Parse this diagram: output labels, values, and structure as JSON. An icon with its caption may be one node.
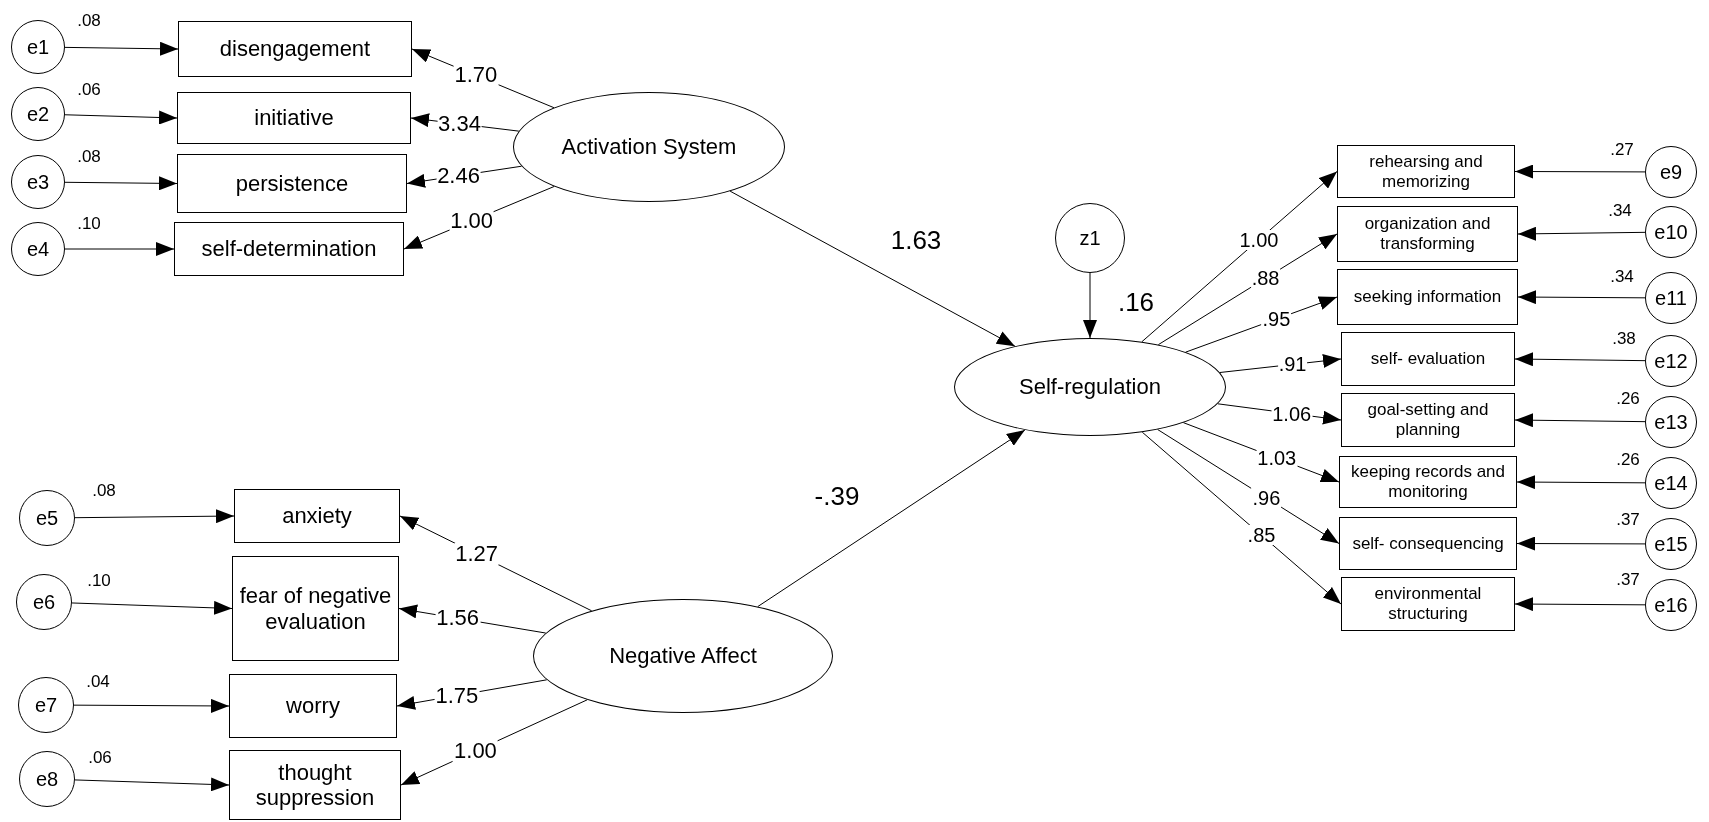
{
  "diagram": {
    "nodes": [
      {
        "text": [
          "e1"
        ],
        "beside": [
          ".08"
        ]
      },
      {
        "text": [
          "disengagement"
        ]
      },
      {
        "text": [
          "e2"
        ],
        "beside": [
          ".06"
        ]
      },
      {
        "text": [
          "initiative"
        ]
      },
      {
        "text": [
          "e3"
        ],
        "beside": [
          ".08"
        ]
      },
      {
        "text": [
          "persistence"
        ]
      },
      {
        "text": [
          "e4"
        ],
        "beside": [
          ".10"
        ]
      },
      {
        "text": [
          "self-determination"
        ]
      },
      {
        "text": [
          "Activation System"
        ]
      },
      {
        "text": [
          "e5"
        ],
        "beside": [
          ".08"
        ]
      },
      {
        "text": [
          "anxiety"
        ]
      },
      {
        "text": [
          "e6"
        ],
        "beside": [
          ".10"
        ]
      },
      {
        "text": [
          "fear of negative evaluation"
        ]
      },
      {
        "text": [
          "e7"
        ],
        "beside": [
          ".04"
        ]
      },
      {
        "text": [
          "worry"
        ]
      },
      {
        "text": [
          "e8"
        ],
        "beside": [
          ".06"
        ]
      },
      {
        "text": [
          "thought suppression"
        ]
      },
      {
        "text": [
          "Negative Affect"
        ]
      },
      {
        "text": [
          "z1"
        ]
      },
      {
        "text": [
          "Self-regulation"
        ]
      },
      {
        "text": [
          "rehearsing and memorizing"
        ]
      },
      {
        "text": [
          "organization and transforming"
        ]
      },
      {
        "text": [
          "seeking information"
        ]
      },
      {
        "text": [
          "self- evaluation"
        ]
      },
      {
        "text": [
          "goal-setting and planning"
        ]
      },
      {
        "text": [
          "keeping records and monitoring"
        ]
      },
      {
        "text": [
          "self- consequencing"
        ]
      },
      {
        "text": [
          "environmental structuring"
        ]
      },
      {
        "text": [
          "e9"
        ],
        "beside": [
          ".27"
        ]
      },
      {
        "text": [
          "e10"
        ],
        "beside": [
          ".34"
        ]
      },
      {
        "text": [
          "e11"
        ],
        "beside": [
          ".34"
        ]
      },
      {
        "text": [
          "e12"
        ],
        "beside": [
          ".38"
        ]
      },
      {
        "text": [
          "e13"
        ],
        "beside": [
          ".26"
        ]
      },
      {
        "text": [
          "e14"
        ],
        "beside": [
          ".26"
        ]
      },
      {
        "text": [
          "e15"
        ],
        "beside": [
          ".37"
        ]
      },
      {
        "text": [
          "e16"
        ],
        "beside": [
          ".37"
        ]
      }
    ],
    "edges": [
      {
        "from": 0,
        "to": 1,
        "arrow": "to"
      },
      {
        "from": 2,
        "to": 3,
        "arrow": "to"
      },
      {
        "from": 4,
        "to": 5,
        "arrow": "to"
      },
      {
        "from": 6,
        "to": 7,
        "arrow": "to"
      },
      {
        "from": 8,
        "to": 1,
        "arrow": "to",
        "label": "1.70"
      },
      {
        "from": 8,
        "to": 3,
        "arrow": "to",
        "label": "3.34"
      },
      {
        "from": 8,
        "to": 5,
        "arrow": "to",
        "label": "2.46"
      },
      {
        "from": 8,
        "to": 7,
        "arrow": "to",
        "label": "1.00"
      },
      {
        "from": 9,
        "to": 10,
        "arrow": "to"
      },
      {
        "from": 11,
        "to": 12,
        "arrow": "to"
      },
      {
        "from": 13,
        "to": 14,
        "arrow": "to"
      },
      {
        "from": 15,
        "to": 16,
        "arrow": "to"
      },
      {
        "from": 17,
        "to": 10,
        "arrow": "to",
        "label": "1.27"
      },
      {
        "from": 17,
        "to": 12,
        "arrow": "to",
        "label": "1.56"
      },
      {
        "from": 17,
        "to": 14,
        "arrow": "to",
        "label": "1.75"
      },
      {
        "from": 17,
        "to": 16,
        "arrow": "to",
        "label": "1.00"
      },
      {
        "from": 8,
        "to": 19,
        "arrow": "to",
        "label": "1.63"
      },
      {
        "from": 17,
        "to": 19,
        "arrow": "to",
        "label": "-.39"
      },
      {
        "from": 18,
        "to": 19,
        "arrow": "to",
        "label": ".16"
      },
      {
        "from": 19,
        "to": 20,
        "arrow": "to",
        "label": "1.00"
      },
      {
        "from": 19,
        "to": 21,
        "arrow": "to",
        "label": ".88"
      },
      {
        "from": 19,
        "to": 22,
        "arrow": "to",
        "label": ".95"
      },
      {
        "from": 19,
        "to": 23,
        "arrow": "to",
        "label": ".91"
      },
      {
        "from": 19,
        "to": 24,
        "arrow": "to",
        "label": "1.06"
      },
      {
        "from": 19,
        "to": 25,
        "arrow": "to",
        "label": "1.03"
      },
      {
        "from": 19,
        "to": 26,
        "arrow": "to",
        "label": ".96"
      },
      {
        "from": 19,
        "to": 27,
        "arrow": "to",
        "label": ".85"
      },
      {
        "from": 28,
        "to": 20,
        "arrow": "to"
      },
      {
        "from": 29,
        "to": 21,
        "arrow": "to"
      },
      {
        "from": 30,
        "to": 22,
        "arrow": "to"
      },
      {
        "from": 31,
        "to": 23,
        "arrow": "to"
      },
      {
        "from": 32,
        "to": 24,
        "arrow": "to"
      },
      {
        "from": 33,
        "to": 25,
        "arrow": "to"
      },
      {
        "from": 34,
        "to": 26,
        "arrow": "to"
      },
      {
        "from": 35,
        "to": 27,
        "arrow": "to"
      }
    ]
  }
}
